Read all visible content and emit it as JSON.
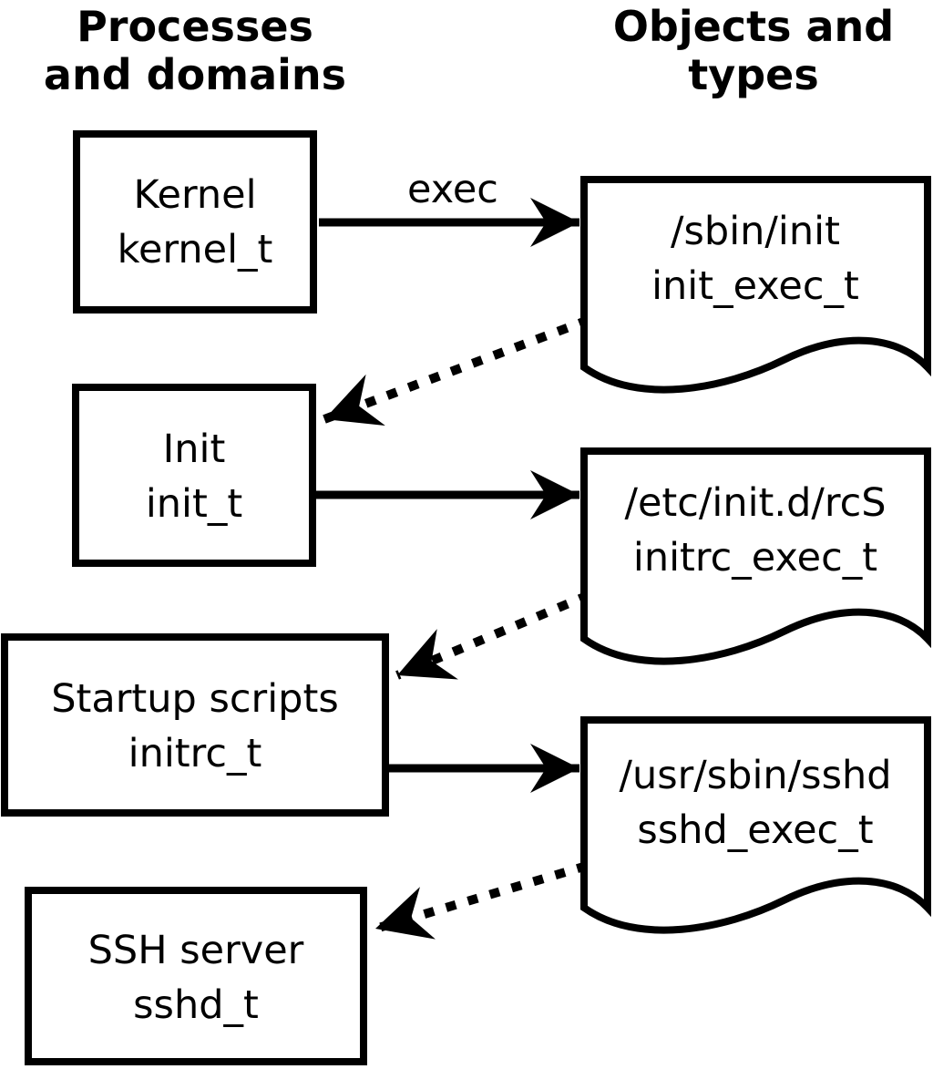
{
  "diagram": {
    "column_headers": {
      "left_line1": "Processes",
      "left_line2": "and domains",
      "right_line1": "Objects and",
      "right_line2": "types"
    },
    "processes": [
      {
        "name": "Kernel",
        "domain": "kernel_t"
      },
      {
        "name": "Init",
        "domain": "init_t"
      },
      {
        "name": "Startup scripts",
        "domain": "initrc_t"
      },
      {
        "name": "SSH server",
        "domain": "sshd_t"
      }
    ],
    "objects": [
      {
        "path": "/sbin/init",
        "type": "init_exec_t"
      },
      {
        "path": "/etc/init.d/rcS",
        "type": "initrc_exec_t"
      },
      {
        "path": "/usr/sbin/sshd",
        "type": "sshd_exec_t"
      }
    ],
    "edge_label": "exec",
    "colors": {
      "ink": "#000000",
      "paper": "#ffffff"
    }
  }
}
